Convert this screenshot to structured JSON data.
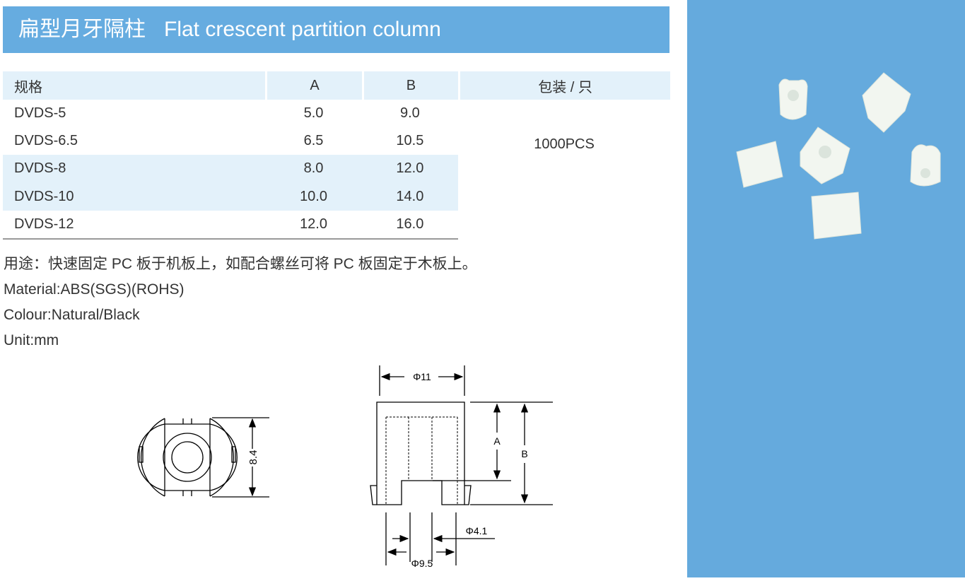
{
  "header": {
    "title_cn": "扁型月牙隔柱",
    "title_en": "Flat crescent partition column"
  },
  "table": {
    "headers": [
      "规格",
      "A",
      "B",
      "包装 / 只"
    ],
    "rows": [
      [
        "DVDS-5",
        "5.0",
        "9.0"
      ],
      [
        "DVDS-6.5",
        "6.5",
        "10.5"
      ],
      [
        "DVDS-8",
        "8.0",
        "12.0"
      ],
      [
        "DVDS-10",
        "10.0",
        "14.0"
      ],
      [
        "DVDS-12",
        "12.0",
        "16.0"
      ]
    ],
    "packing": "1000PCS"
  },
  "notes": [
    "用途：快速固定 PC 板于机板上，如配合螺丝可将 PC 板固定于木板上。",
    "Material:ABS(SGS)(ROHS)",
    "Colour:Natural/Black",
    "Unit:mm"
  ],
  "drawing": {
    "height": "8.4",
    "top_width": "Φ11",
    "a": "A",
    "b": "B",
    "inner": "Φ4.1",
    "base": "Φ9.5"
  },
  "colors": {
    "accent": "#66ace0",
    "row_shade": "#e3f1fa"
  }
}
